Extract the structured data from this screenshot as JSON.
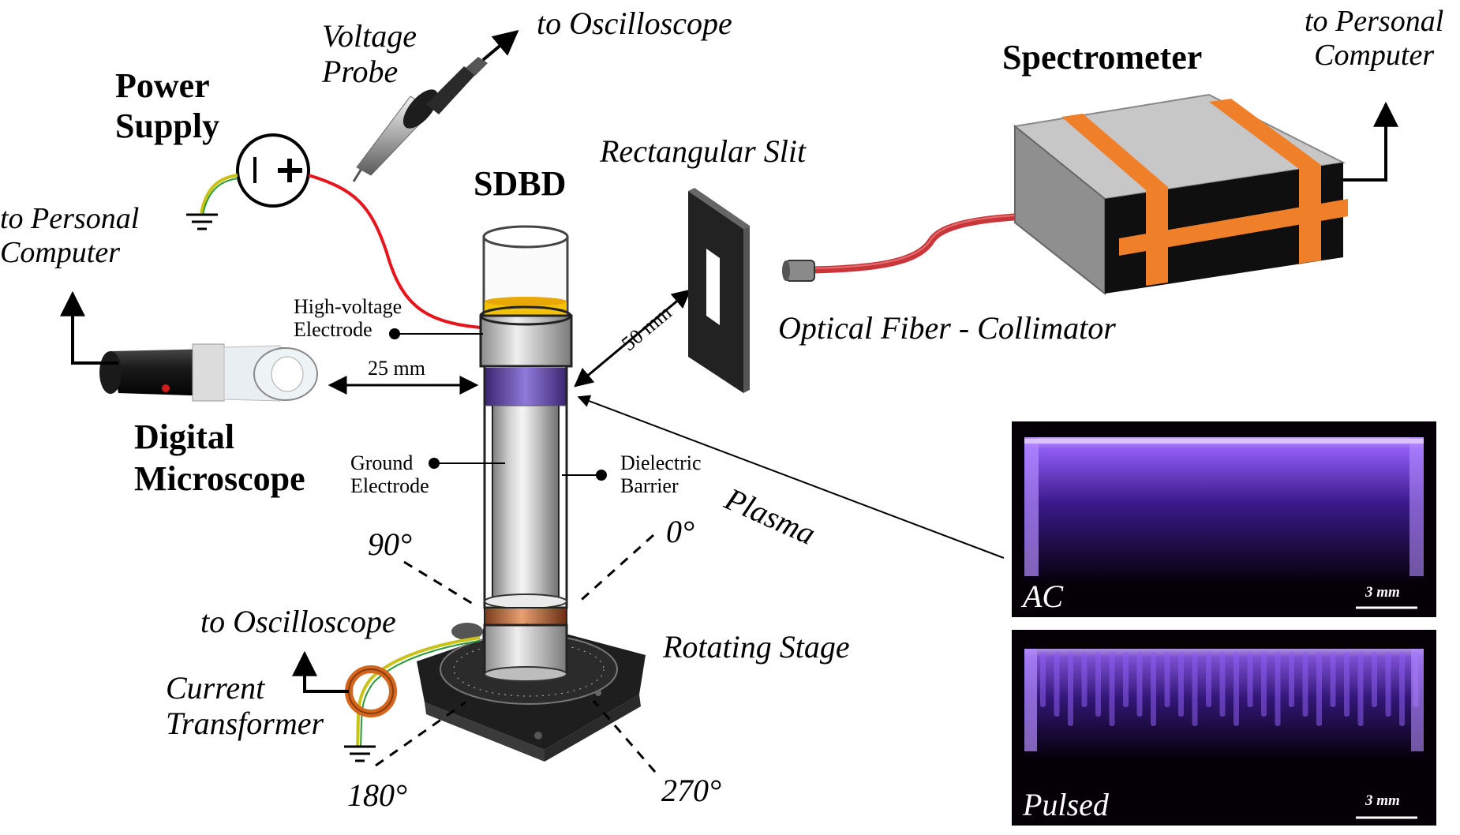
{
  "labels": {
    "voltage_probe": [
      "Voltage",
      "Probe"
    ],
    "to_oscilloscope_top": "to Oscilloscope",
    "power_supply": [
      "Power",
      "Supply"
    ],
    "sdbd": "SDBD",
    "rectangular_slit": "Rectangular Slit",
    "spectrometer": "Spectrometer",
    "to_personal_computer_right": [
      "to Personal",
      "Computer"
    ],
    "to_personal_computer_left": [
      "to Personal",
      "Computer"
    ],
    "high_voltage_electrode": [
      "High-voltage",
      "Electrode"
    ],
    "distance_25": "25 mm",
    "distance_50": "50 mm",
    "optical_fiber": "Optical Fiber - Collimator",
    "digital_microscope": [
      "Digital",
      "Microscope"
    ],
    "ground_electrode": [
      "Ground",
      "Electrode"
    ],
    "dielectric_barrier": [
      "Dielectric",
      "Barrier"
    ],
    "plasma": "Plasma",
    "angle_90": "90°",
    "angle_0": "0°",
    "angle_180": "180°",
    "angle_270": "270°",
    "to_oscilloscope_bottom": "to Oscilloscope",
    "rotating_stage": "Rotating Stage",
    "current_transformer": [
      "Current",
      "Transformer"
    ]
  },
  "panels": [
    {
      "label": "AC",
      "scale": "3 mm"
    },
    {
      "label": "Pulsed",
      "scale": "3 mm"
    }
  ],
  "colors": {
    "hv_wire": "#e8141b",
    "ground_wire": "#c9c218",
    "fiber": "#c8363a",
    "strap": "#f07f2a",
    "plasma": "#8c5cf0"
  }
}
